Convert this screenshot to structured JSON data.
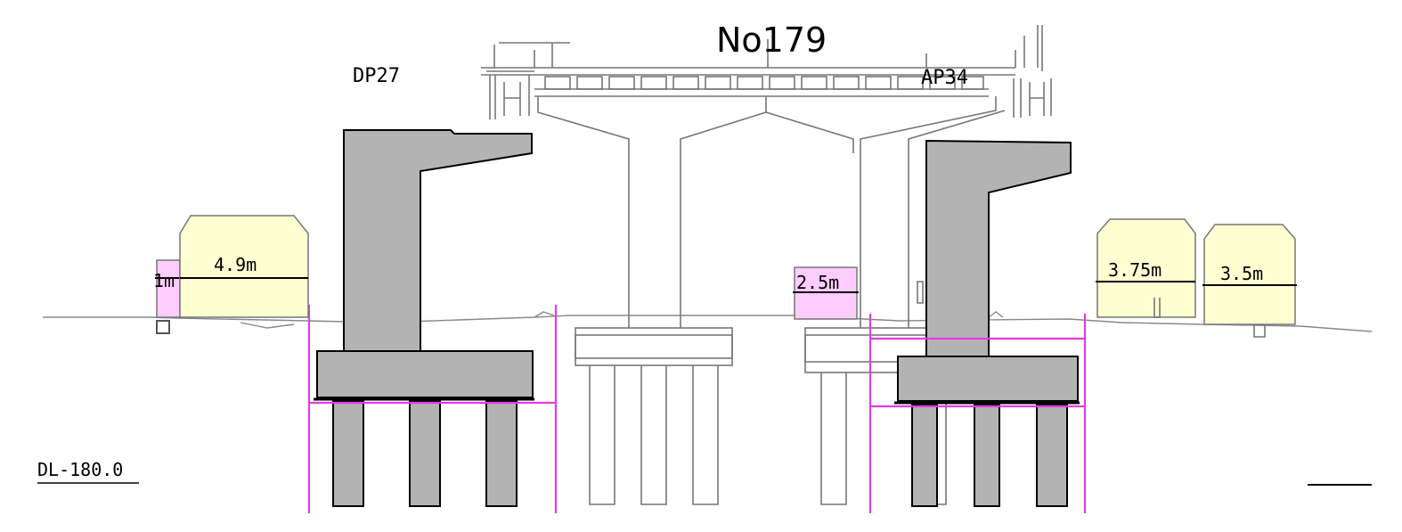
{
  "diagram": {
    "title": "No179",
    "piers": {
      "left_label": "DP27",
      "right_label": "AP34"
    },
    "clearances": [
      {
        "id": "left-small",
        "label": "1m",
        "color": "#ffccff"
      },
      {
        "id": "left-large",
        "label": "4.9m",
        "color": "#ffffd2"
      },
      {
        "id": "center",
        "label": "2.5m",
        "color": "#ffccff"
      },
      {
        "id": "right-1",
        "label": "3.75m",
        "color": "#ffffd2"
      },
      {
        "id": "right-2",
        "label": "3.5m",
        "color": "#ffffd2"
      }
    ],
    "datum_label": "DL-180.0",
    "colors": {
      "pier": "#b3b3b3",
      "excavation": "#e23de2",
      "outline": "#777777"
    }
  }
}
